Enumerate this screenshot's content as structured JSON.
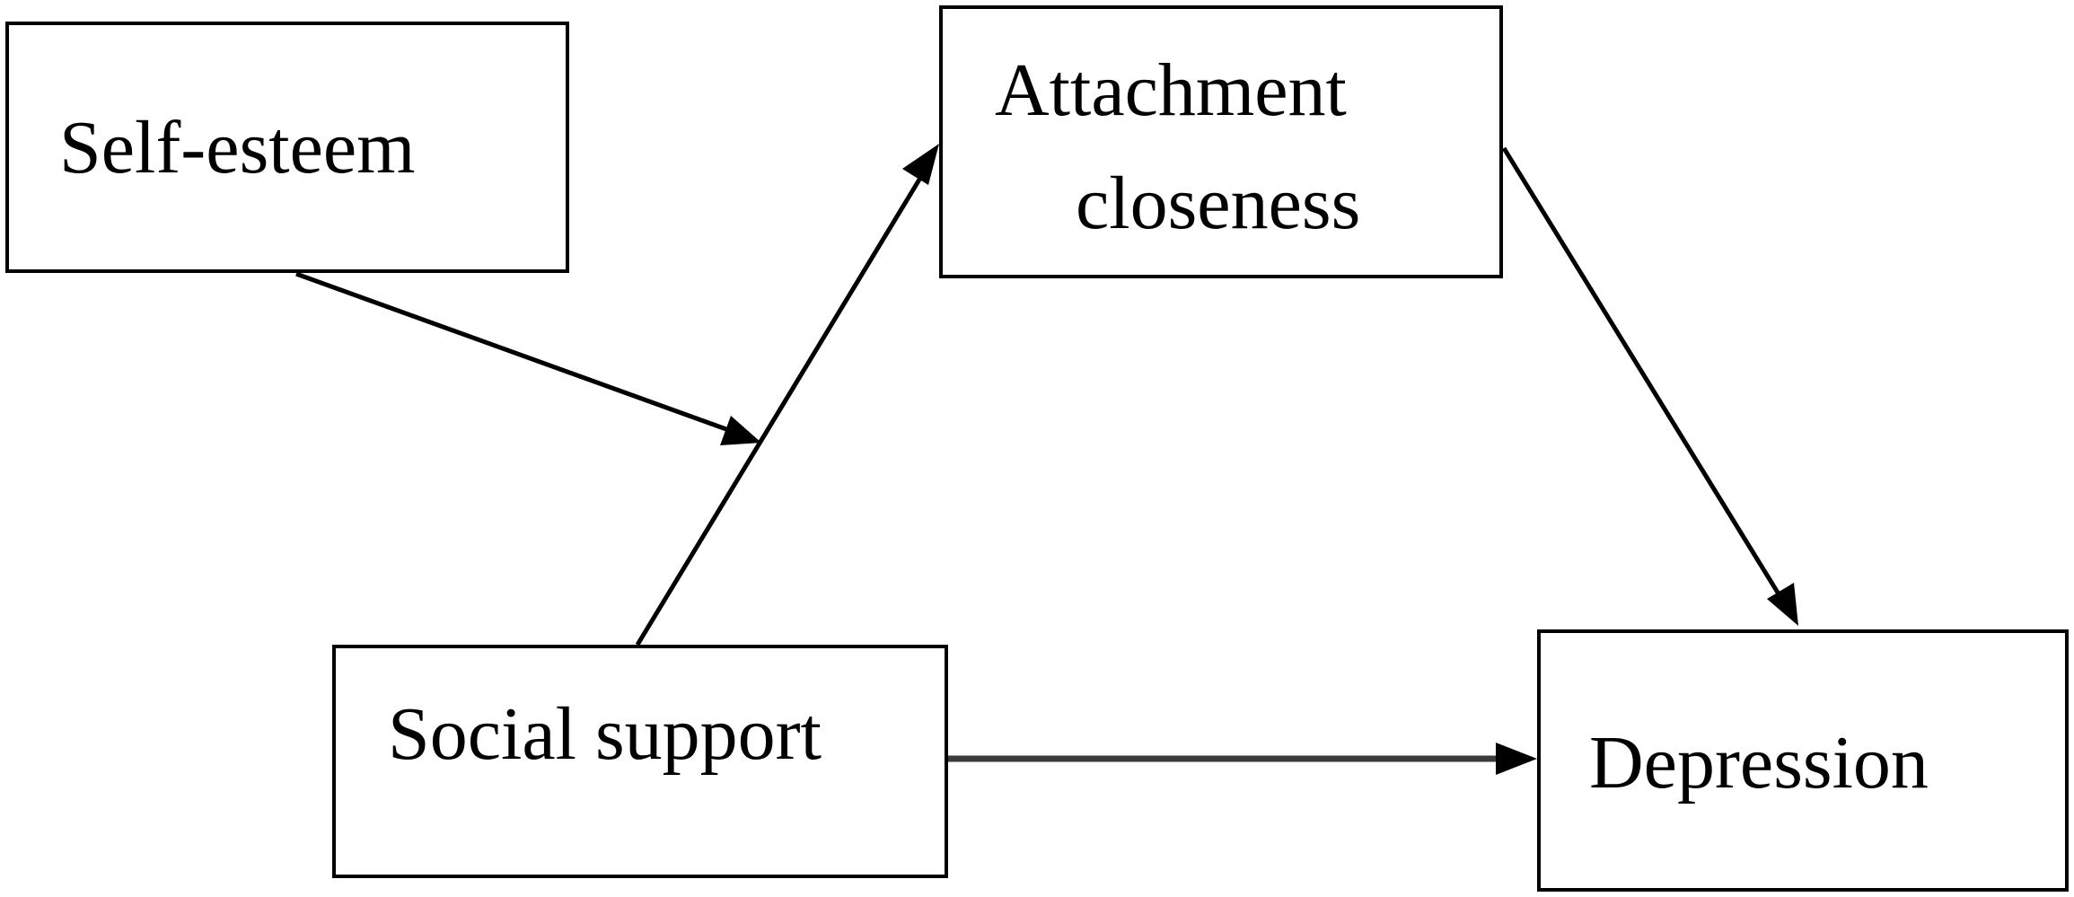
{
  "nodes": {
    "self_esteem": {
      "label": "Self-esteem"
    },
    "attachment_closeness": {
      "label_line1": "Attachment",
      "label_line2": "closeness"
    },
    "social_support": {
      "label": "Social support"
    },
    "depression": {
      "label": "Depression"
    }
  },
  "edges": [
    {
      "from": "Self-esteem",
      "to": "Social support → Attachment closeness path",
      "type": "moderation"
    },
    {
      "from": "Social support",
      "to": "Attachment closeness",
      "type": "direct"
    },
    {
      "from": "Attachment closeness",
      "to": "Depression",
      "type": "direct"
    },
    {
      "from": "Social support",
      "to": "Depression",
      "type": "direct"
    }
  ],
  "colors": {
    "line": "#000000",
    "box_border": "#000000",
    "background": "#ffffff"
  }
}
